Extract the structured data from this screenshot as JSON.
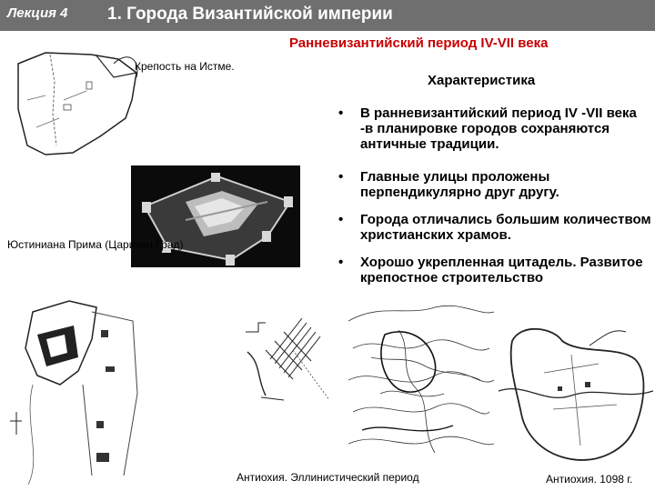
{
  "header": {
    "lecture": "Лекция 4",
    "title": "1. Города Византийской империи"
  },
  "subtitle": "Ранневизантийский период IV-VII века",
  "characteristics": {
    "title": "Характеристика",
    "bullets": [
      "В ранневизантийский период IV -VII века -в планировке городов сохраняются античные традиции.",
      "Главные улицы проложены перпендикулярно друг другу.",
      "Города отличались большим количеством христианских храмов.",
      "Хорошо укрепленная цитадель. Развитое крепостное строительство"
    ],
    "bullet_glyph": "•"
  },
  "labels": {
    "isthmus": "Крепость на Истме.",
    "justiniana": "Юстиниана Прима (Царичин Град)",
    "antioch_hellenistic": "Антиохия. Эллинистический период",
    "antioch_1098": "Антиохия. 1098 г."
  },
  "colors": {
    "header_bg": "#6f6f6f",
    "subtitle": "#c80000"
  }
}
